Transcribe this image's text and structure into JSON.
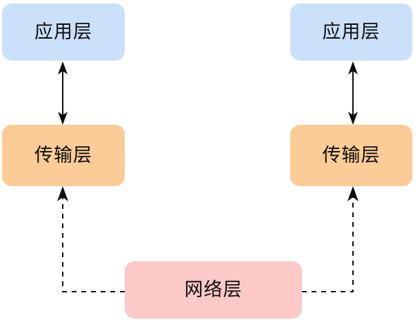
{
  "diagram": {
    "title": "network-layer-stack-diagram",
    "background_color": "#ffffff",
    "line_color": "#0d0d0d",
    "nodes": [
      {
        "id": "app-left",
        "label": "应用层",
        "color": "#cbe0f9",
        "role": "application-layer-host-a"
      },
      {
        "id": "transport-left",
        "label": "传输层",
        "color": "#fbcb98",
        "role": "transport-layer-host-a"
      },
      {
        "id": "app-right",
        "label": "应用层",
        "color": "#cbe0f9",
        "role": "application-layer-host-b"
      },
      {
        "id": "transport-right",
        "label": "传输层",
        "color": "#fbcb98",
        "role": "transport-layer-host-b"
      },
      {
        "id": "network",
        "label": "网络层",
        "color": "#fcc9c8",
        "role": "network-layer"
      }
    ],
    "connectors": [
      {
        "id": "app-transport-left",
        "style": "solid",
        "arrows": "both",
        "from": "app-left",
        "to": "transport-left"
      },
      {
        "id": "app-transport-right",
        "style": "solid",
        "arrows": "both",
        "from": "app-right",
        "to": "transport-right"
      },
      {
        "id": "network-transport-left",
        "style": "dashed",
        "arrows": "end",
        "from": "network",
        "to": "transport-left"
      },
      {
        "id": "network-transport-right",
        "style": "dashed",
        "arrows": "end",
        "from": "network",
        "to": "transport-right"
      }
    ]
  }
}
